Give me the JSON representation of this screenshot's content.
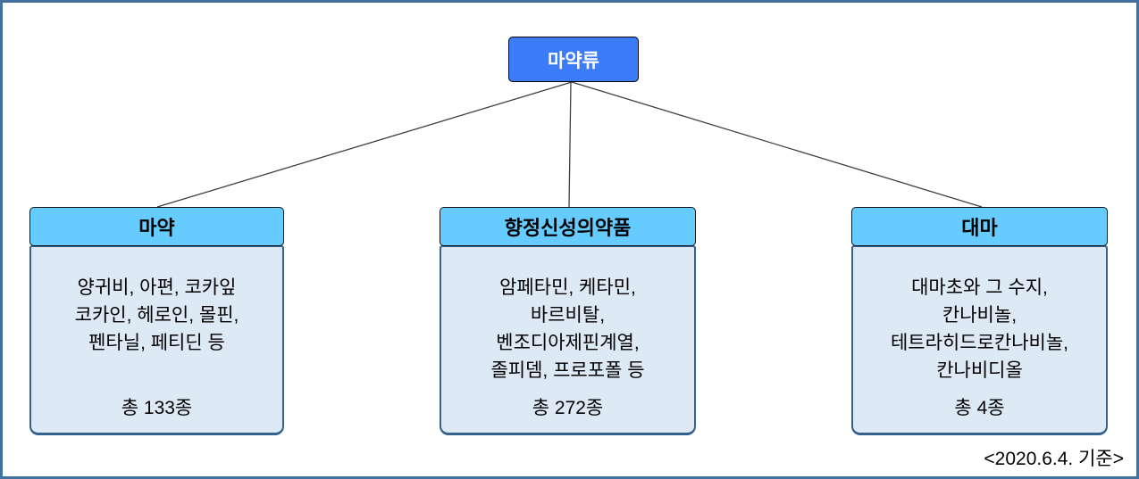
{
  "diagram": {
    "root": {
      "label": "마약류"
    },
    "children": [
      {
        "title": "마약",
        "items": [
          "양귀비, 아편, 코카잎",
          "코카인, 헤로인, 몰핀,",
          "펜타닐, 페티딘 등"
        ],
        "total": "총 133종"
      },
      {
        "title": "향정신성의약품",
        "items": [
          "암페타민, 케타민,",
          "바르비탈,",
          "벤조디아제핀계열,",
          "졸피뎀, 프로포폴 등"
        ],
        "total": "총 272종"
      },
      {
        "title": "대마",
        "items": [
          "대마초와 그 수지,",
          "칸나비놀,",
          "테트라히드로칸나비놀,",
          "칸나비디올"
        ],
        "total": "총 4종"
      }
    ],
    "footnote": "<2020.6.4. 기준>",
    "colors": {
      "frame_border": "#41719C",
      "root_fill": "#3D7CF8",
      "root_text": "#FFFFFF",
      "header_fill": "#66CCFF",
      "body_fill": "#DEE9F6",
      "body_border": "#35618E",
      "connector": "#404040"
    }
  }
}
